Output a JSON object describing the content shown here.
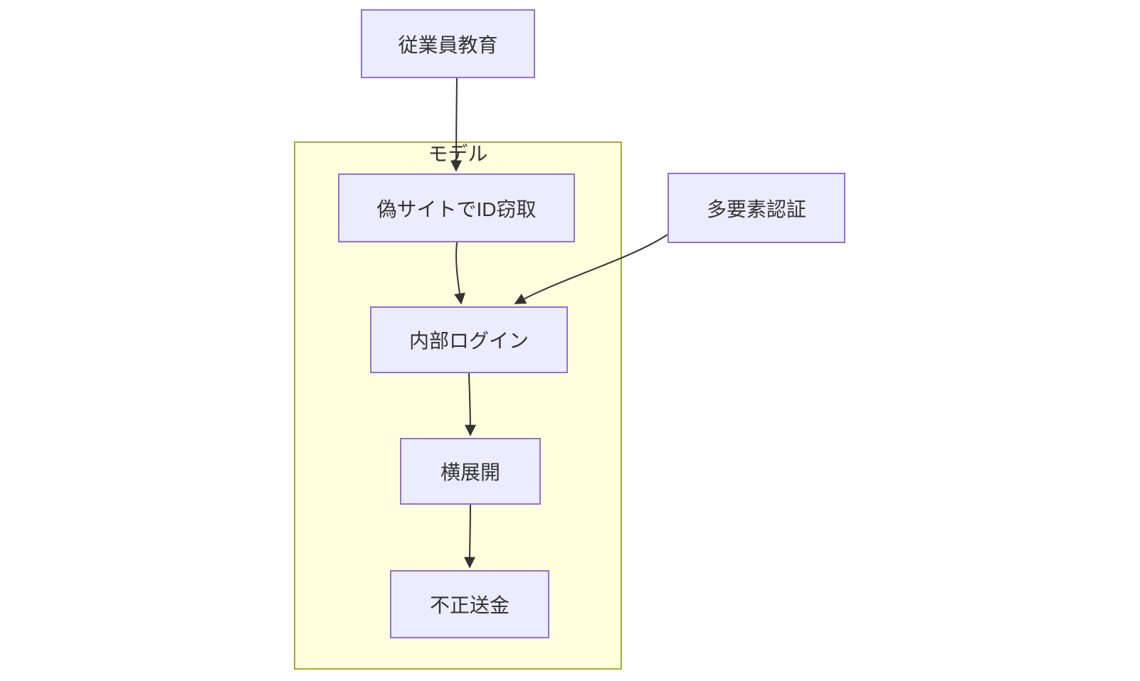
{
  "diagram_type": "flowchart",
  "cluster": {
    "label": "モデル"
  },
  "nodes": {
    "employee_training": {
      "label": "従業員教育"
    },
    "fake_site_id_theft": {
      "label": "偽サイトでID窃取"
    },
    "mfa": {
      "label": "多要素認証"
    },
    "internal_login": {
      "label": "内部ログイン"
    },
    "lateral_movement": {
      "label": "横展開"
    },
    "fraudulent_transfer": {
      "label": "不正送金"
    }
  },
  "edges": [
    {
      "from": "従業員教育",
      "to": "偽サイトでID窃取"
    },
    {
      "from": "偽サイトでID窃取",
      "to": "内部ログイン"
    },
    {
      "from": "多要素認証",
      "to": "内部ログイン"
    },
    {
      "from": "内部ログイン",
      "to": "横展開"
    },
    {
      "from": "横展開",
      "to": "不正送金"
    }
  ],
  "colors": {
    "node_fill": "#ececff",
    "node_border": "#9370db",
    "cluster_fill": "#ffffde",
    "cluster_border": "#aaaa33",
    "edge": "#333333",
    "text": "#333333",
    "background": "#ffffff"
  }
}
